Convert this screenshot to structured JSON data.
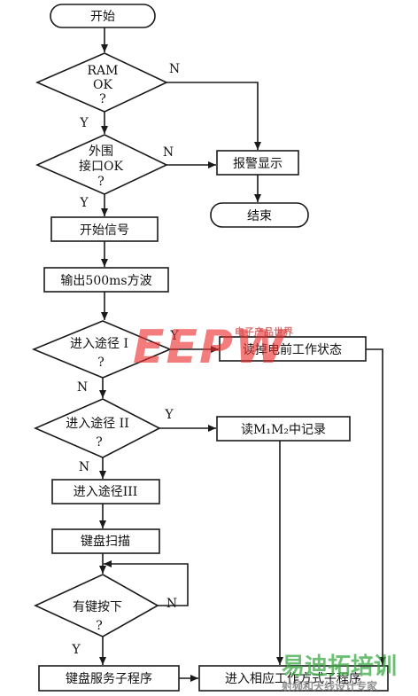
{
  "flowchart": {
    "start": "开始",
    "ram_ok_line1": "RAM",
    "ram_ok_line2": "OK",
    "q": "?",
    "ext_line1": "外围",
    "ext_line2": "接口OK",
    "alarm": "报警显示",
    "end": "结束",
    "start_signal": "开始信号",
    "square_wave": "输出500ms方波",
    "path1": "进入途径 I",
    "read_state": "读掉电前工作状态",
    "path2": "进入途径 II",
    "read_m": "读M₁M₂中记录",
    "path3": "进入途径III",
    "scan": "键盘扫描",
    "key": "有键按下",
    "service": "键盘服务子程序",
    "enter_mode": "进入相应工作方式子程序",
    "yes": "Y",
    "no": "N"
  },
  "watermarks": {
    "logo": "EEPW",
    "site_small": "电子产品世界",
    "bottom_cn": "易迪拓培训",
    "bottom_sub": "射频和天线设计专家"
  },
  "colors": {
    "line": "#1a1a1a",
    "watermark_red": "#e83030",
    "watermark_green": "#3aa046"
  }
}
